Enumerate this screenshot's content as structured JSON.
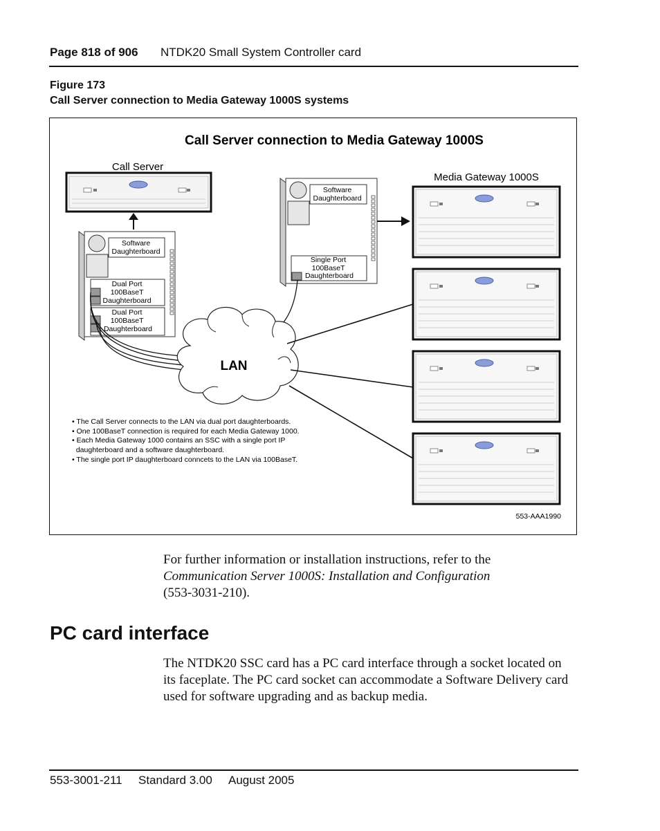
{
  "header": {
    "page": "Page 818 of 906",
    "title": "NTDK20 Small System Controller card"
  },
  "figure": {
    "number": "Figure 173",
    "caption": "Call Server connection to Media Gateway 1000S systems",
    "diagram": {
      "title": "Call Server connection to Media Gateway 1000S",
      "call_server_label": "Call Server",
      "media_gateway_label": "Media Gateway 1000S",
      "cs_software_db": [
        "Software",
        "Daughterboard"
      ],
      "cs_dual_port_1": [
        "Dual Port",
        "100BaseT",
        "Daughterboard"
      ],
      "cs_dual_port_2": [
        "Dual Port",
        "100BaseT",
        "Daughterboard"
      ],
      "mg_software_db": [
        "Software",
        "Daughterboard"
      ],
      "mg_single_port": [
        "Single Port",
        "100BaseT",
        "Daughterboard"
      ],
      "lan_label": "LAN",
      "notes": [
        "• The Call Server connects to the LAN via dual port daughterboards.",
        "• One 100BaseT connection is required for each Media Gateway 1000.",
        "• Each Media Gateway 1000 contains an SSC with a single port IP",
        "  daughterboard and a software daughterboard.",
        "• The single port IP daughterboard conncets to the LAN via 100BaseT."
      ],
      "figure_id": "553-AAA1990"
    }
  },
  "paragraph1": {
    "before": "For further information or installation instructions, refer to the",
    "italic": "Communication Server 1000S: Installation and Configuration",
    "after": "(553-3031-210)."
  },
  "section": {
    "heading": "PC card interface",
    "lines": [
      "The NTDK20 SSC card has a PC card interface through a socket located on",
      "its faceplate. The PC card socket can accommodate a Software Delivery card",
      "used for software upgrading and as backup media."
    ]
  },
  "footer": {
    "doc_number": "553-3001-211",
    "standard": "Standard 3.00",
    "date": "August 2005"
  }
}
